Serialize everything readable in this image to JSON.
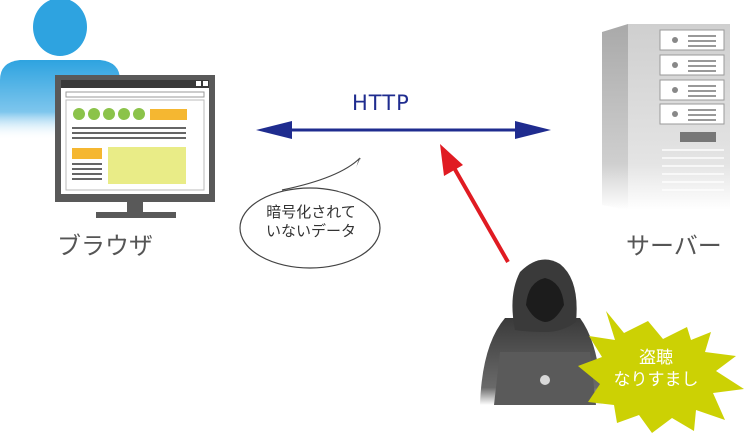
{
  "labels": {
    "browser": "ブラウザ",
    "server": "サーバー",
    "protocol": "HTTP"
  },
  "bubble": {
    "line1": "暗号化されて",
    "line2": "いないデータ"
  },
  "threat": {
    "line1": "盗聴",
    "line2": "なりすまし"
  },
  "colors": {
    "user_silhouette": "#2ea3e0",
    "monitor_frame": "#595959",
    "page_green": "#8bc34a",
    "page_orange": "#f5b731",
    "page_yellow": "#e9ec87",
    "http_arrow": "#1f2c8f",
    "attack_arrow": "#e01b22",
    "server_body": "#d0d0d0",
    "hacker": "#3c3c3c",
    "starburst": "#ccd104",
    "label_text": "#555555"
  }
}
